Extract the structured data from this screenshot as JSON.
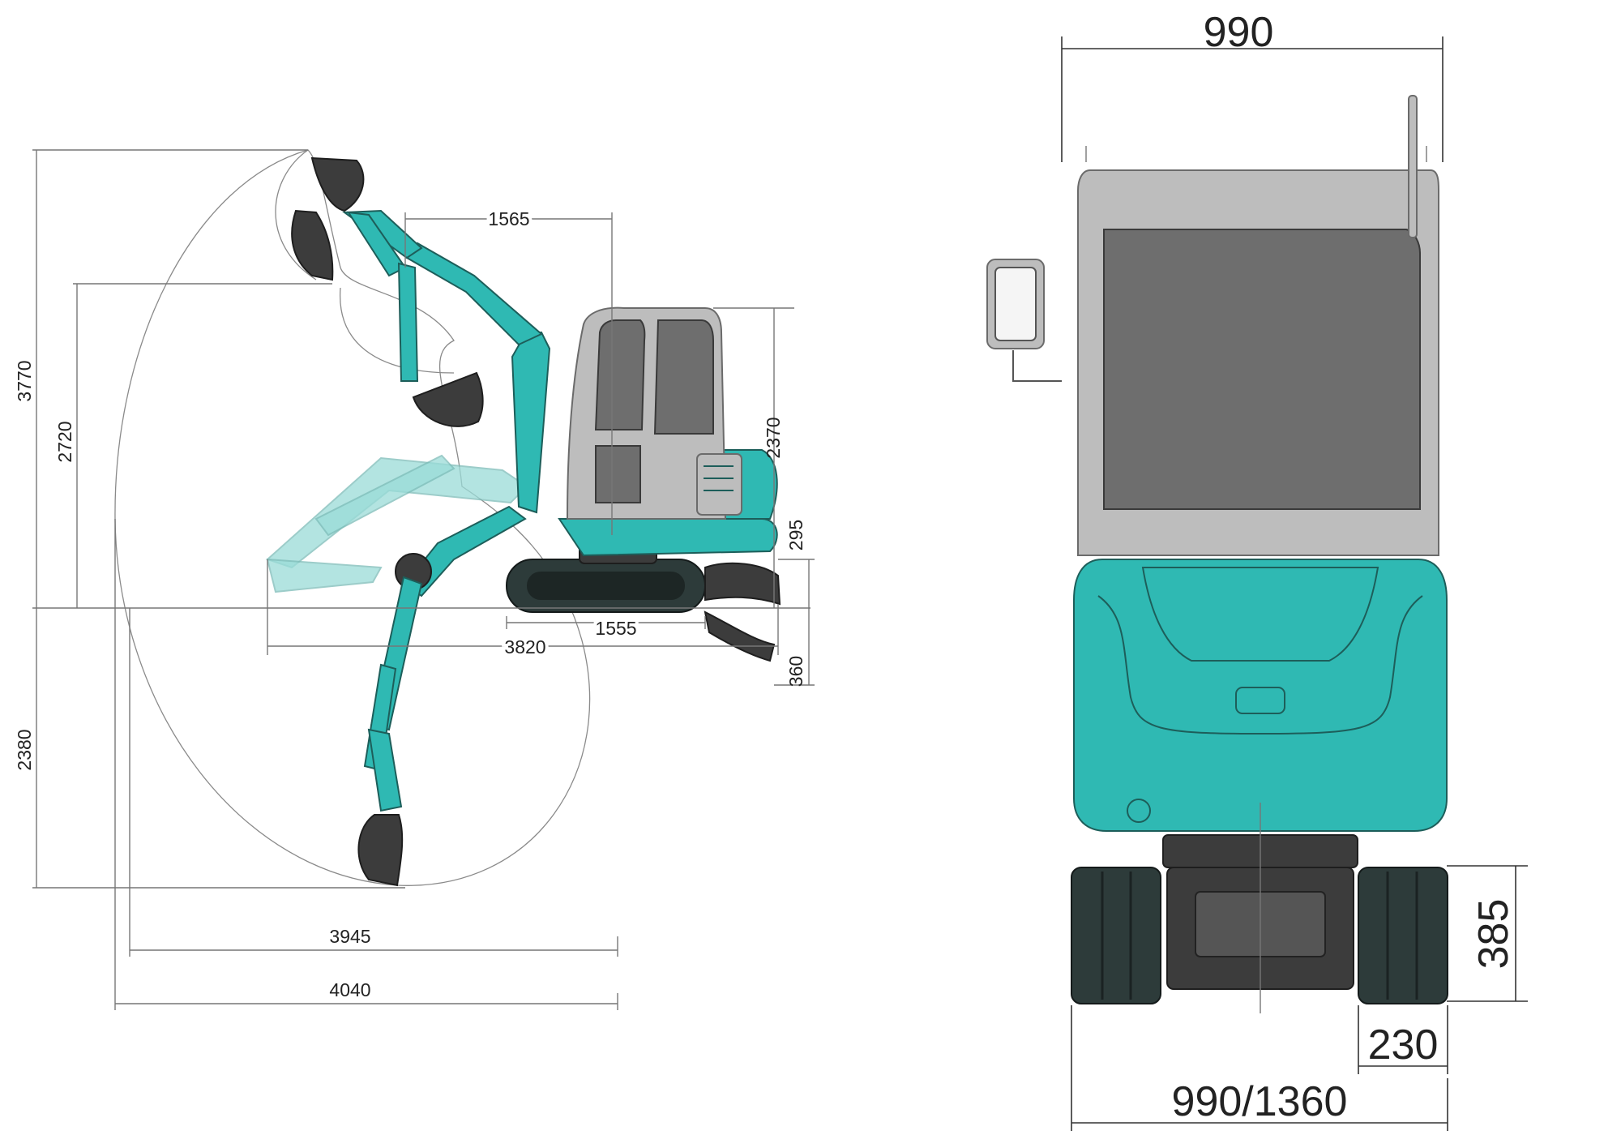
{
  "side_view": {
    "dims": {
      "max_dig_height": "3770",
      "max_dump_height": "2720",
      "max_dig_depth": "2380",
      "tail_to_boom": "1565",
      "overall_height": "2370",
      "blade_lift": "295",
      "blade_drop": "360",
      "track_length": "1555",
      "transport_length": "3820",
      "ground_reach": "3945",
      "max_reach": "4040"
    }
  },
  "rear_view": {
    "dims": {
      "overall_width": "990",
      "track_height": "385",
      "track_width": "230",
      "undercarriage_width": "990/1360"
    }
  },
  "colors": {
    "body_teal": "#2fb9b3",
    "cab_grey": "#bdbdbd",
    "track_dark": "#2d3b3a"
  }
}
